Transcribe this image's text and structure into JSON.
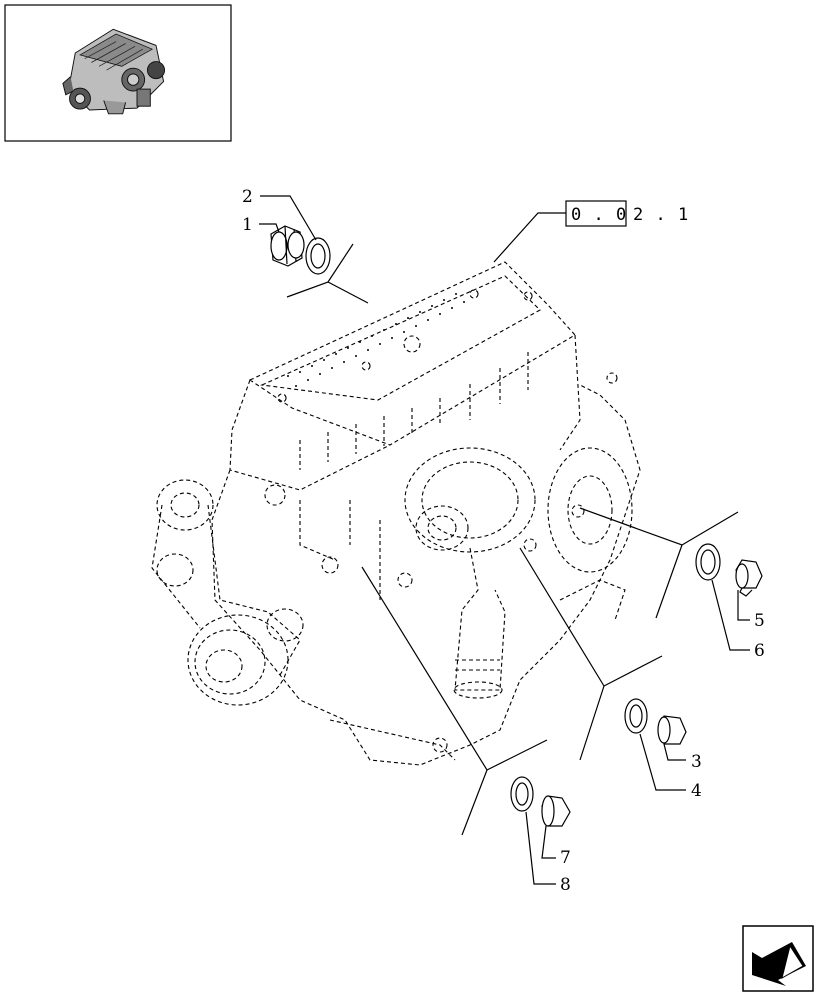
{
  "reference": {
    "boxed": "0 . 0",
    "suffix": "2 . 1"
  },
  "callouts": [
    "1",
    "2",
    "3",
    "4",
    "5",
    "6",
    "7",
    "8"
  ],
  "icons": {
    "thumbnail": "engine-thumbnail-icon",
    "nav": "next-page-arrow-icon"
  }
}
